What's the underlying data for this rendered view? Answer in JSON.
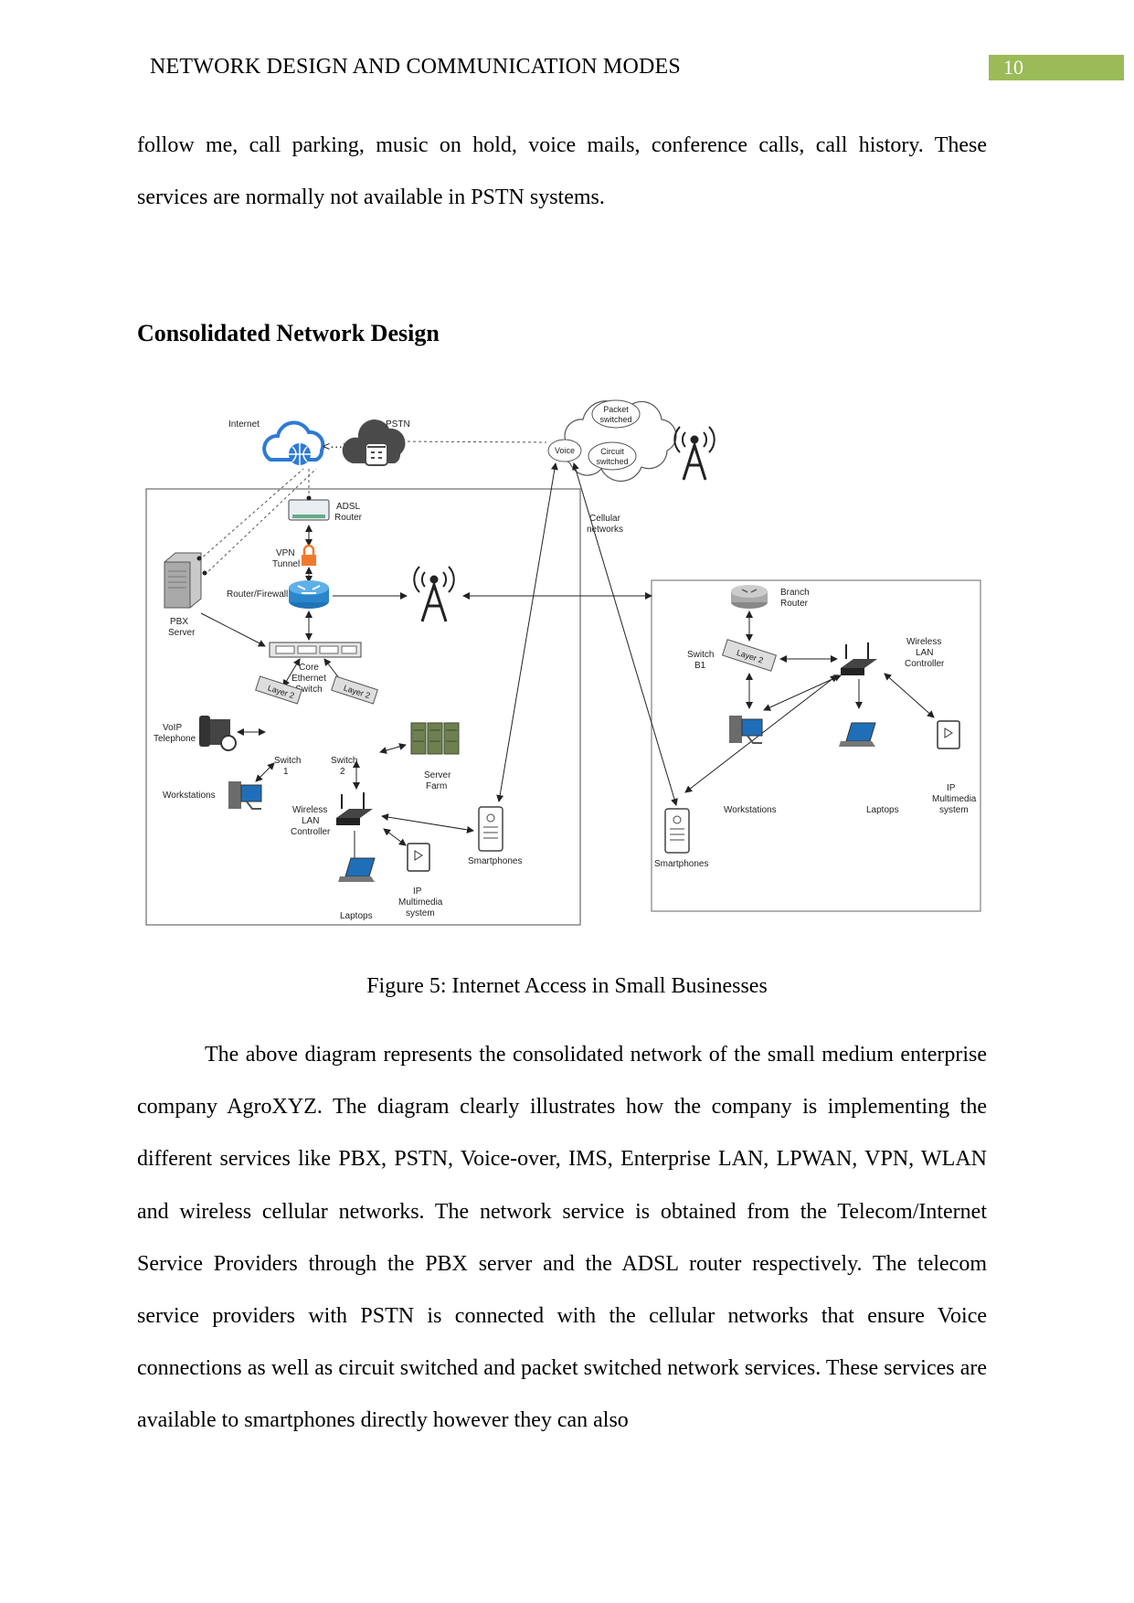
{
  "header": {
    "title": "NETWORK DESIGN AND COMMUNICATION MODES",
    "page_number": "10",
    "page_color": "#9bbb59"
  },
  "intro_paragraph": "follow me, call parking, music on hold, voice mails, conference calls, call history. These services are normally not available in PSTN systems.",
  "section_heading": "Consolidated Network Design",
  "figure": {
    "caption": "Figure 5: Internet Access in Small Businesses",
    "labels": {
      "internet": "Internet",
      "pstn": "PSTN",
      "packet_switched": [
        "Packet",
        "switched"
      ],
      "voice": "Voice",
      "circuit_switched": [
        "Circuit",
        "switched"
      ],
      "cellular_networks": [
        "Cellular",
        "networks"
      ],
      "adsl_router": [
        "ADSL",
        "Router"
      ],
      "vpn_tunnel": [
        "VPN",
        "Tunnel"
      ],
      "router_firewall": "Router/Firewall",
      "pbx_server": [
        "PBX",
        "Server"
      ],
      "core_switch": [
        "Core",
        "Ethernet",
        "Switch"
      ],
      "voip_telephone": [
        "VoIP",
        "Telephone"
      ],
      "switch1": [
        "Switch",
        "1"
      ],
      "switch2": [
        "Switch",
        "2"
      ],
      "server_farm": [
        "Server",
        "Farm"
      ],
      "workstations": "Workstations",
      "wlan_controller": [
        "Wireless",
        "LAN",
        "Controller"
      ],
      "smartphones": "Smartphones",
      "laptops": "Laptops",
      "ip_multimedia": [
        "IP",
        "Multimedia",
        "system"
      ],
      "branch_router": [
        "Branch",
        "Router"
      ],
      "switch_b1": [
        "Switch",
        "B1"
      ],
      "branch_wlan_controller": [
        "Wireless",
        "LAN",
        "Controller"
      ],
      "branch_workstations": "Workstations",
      "branch_laptops": "Laptops",
      "branch_ip_multimedia": [
        "IP",
        "Multimedia",
        "system"
      ],
      "branch_smartphones": "Smartphones",
      "layer2": "Layer 2"
    }
  },
  "body_paragraph": "The above diagram represents the consolidated network of the small medium enterprise company AgroXYZ. The diagram clearly illustrates how the company is implementing the different services like PBX, PSTN, Voice-over, IMS, Enterprise LAN, LPWAN, VPN, WLAN and wireless cellular networks. The network service is obtained from the Telecom/Internet Service Providers through the PBX server and the ADSL router respectively. The telecom service providers with PSTN is connected with the cellular networks that ensure Voice connections as well as circuit switched and packet switched network services. These services are available to smartphones directly however they can also"
}
